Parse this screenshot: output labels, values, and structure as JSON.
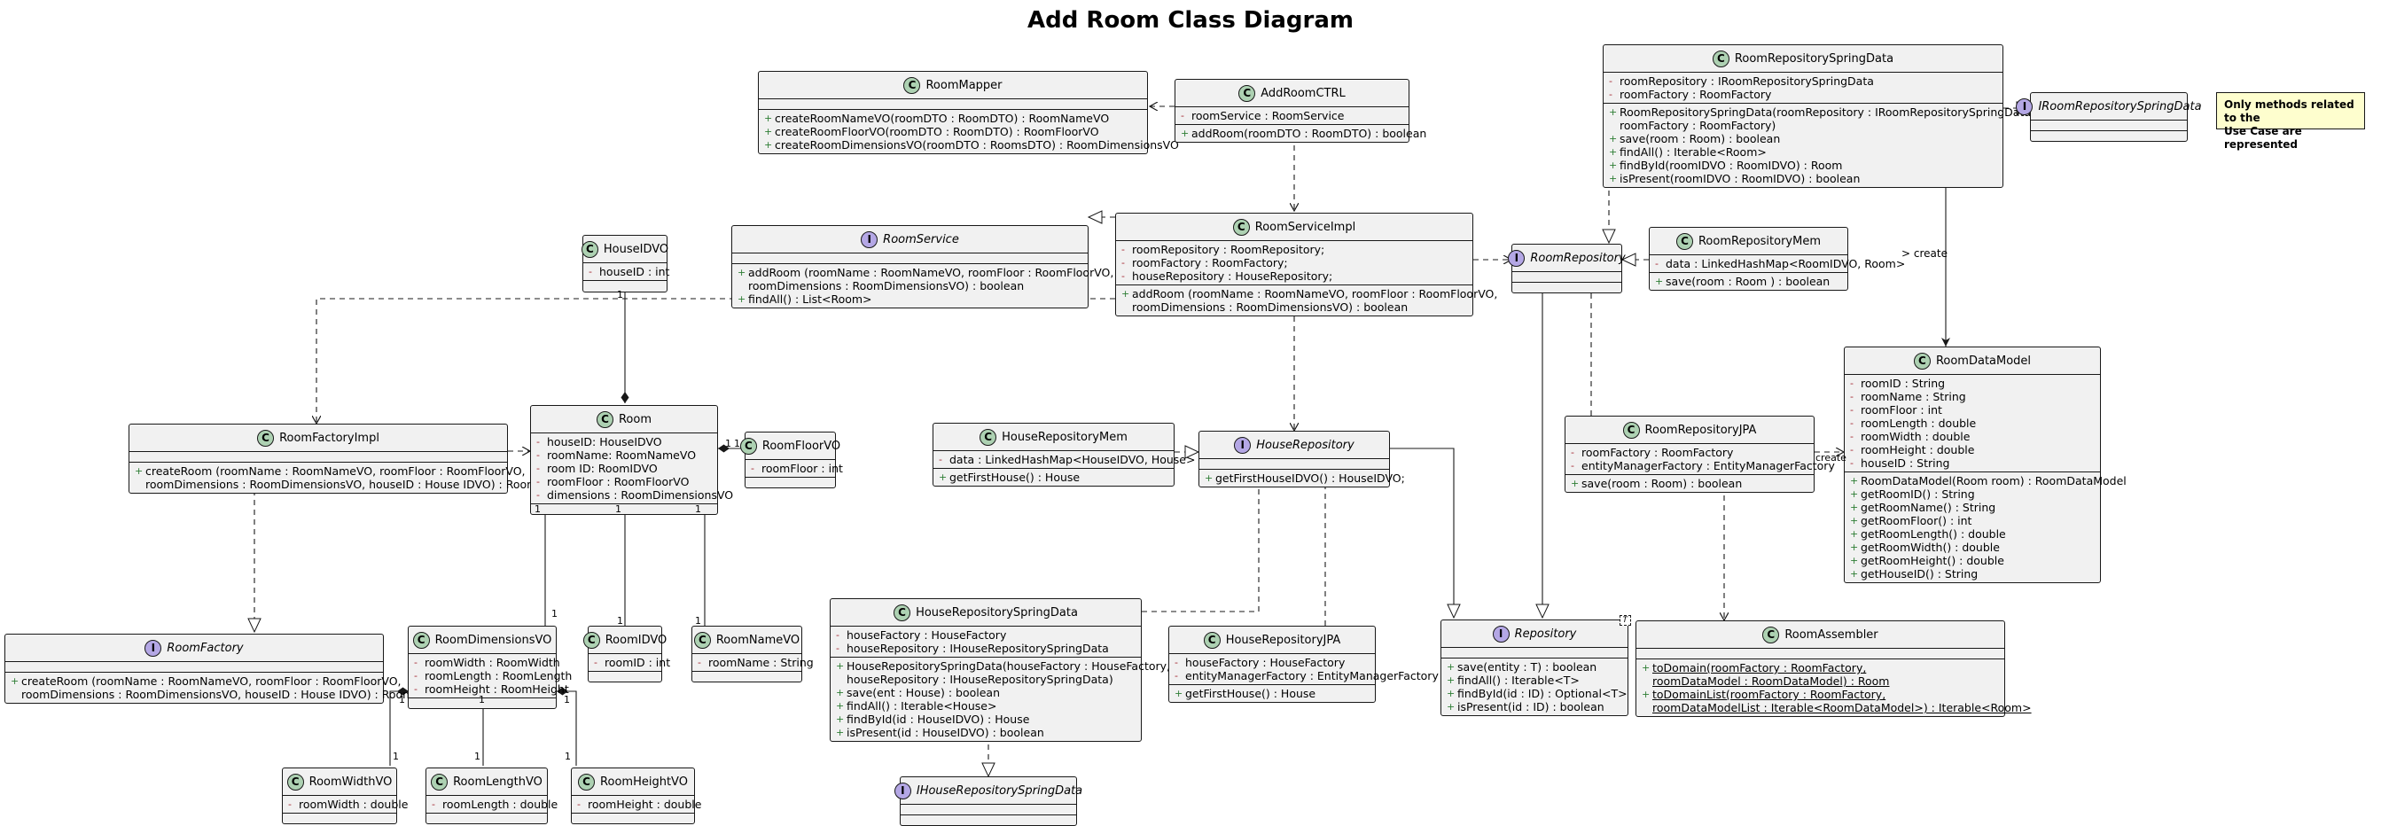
{
  "title": "Add Room Class Diagram",
  "note": [
    "Only methods related to the",
    "Use Case are represented"
  ],
  "labels": {
    "create": "create",
    "create_arrow": "create",
    "create_arrow_glyph": "> ",
    "one": "1",
    "rdm_label": "create"
  },
  "classes": {
    "roommapper": {
      "name": "RoomMapper",
      "kind": "C",
      "attributes": [],
      "methods": [
        {
          "vis": "+",
          "text": "createRoomNameVO(roomDTO : RoomDTO) : RoomNameVO"
        },
        {
          "vis": "+",
          "text": "createRoomFloorVO(roomDTO : RoomDTO) : RoomFloorVO"
        },
        {
          "vis": "+",
          "text": "createRoomDimensionsVO(roomDTO : RoomsDTO) : RoomDimensionsVO"
        }
      ]
    },
    "addroomctrl": {
      "name": "AddRoomCTRL",
      "kind": "C",
      "attributes": [
        {
          "vis": "-",
          "text": "roomService : RoomService"
        }
      ],
      "methods": [
        {
          "vis": "+",
          "text": "addRoom(roomDTO : RoomDTO) : boolean"
        }
      ]
    },
    "springdata": {
      "name": "RoomRepositorySpringData",
      "kind": "C",
      "attributes": [
        {
          "vis": "-",
          "text": "roomRepository : IRoomRepositorySpringData"
        },
        {
          "vis": "-",
          "text": "roomFactory : RoomFactory"
        }
      ],
      "methods": [
        {
          "vis": "+",
          "text": "RoomRepositorySpringData(roomRepository : IRoomRepositorySpringData,"
        },
        {
          "vis": "",
          "text": " roomFactory : RoomFactory)"
        },
        {
          "vis": "+",
          "text": "save(room : Room) : boolean"
        },
        {
          "vis": "+",
          "text": "findAll() : Iterable<Room>"
        },
        {
          "vis": "+",
          "text": "findById(roomIDVO : RoomIDVO) : Room"
        },
        {
          "vis": "+",
          "text": "isPresent(roomIDVO : RoomIDVO) : boolean"
        }
      ]
    },
    "iroomspring": {
      "name": "IRoomRepositorySpringData",
      "kind": "I",
      "attributes": [],
      "methods": []
    },
    "houseidvo": {
      "name": "HouseIDVO",
      "kind": "C",
      "attributes": [
        {
          "vis": "-",
          "text": "houseID : int"
        }
      ],
      "methods": []
    },
    "roomservice": {
      "name": "RoomService",
      "kind": "I",
      "attributes": [],
      "methods": [
        {
          "vis": "+",
          "text": "addRoom (roomName : RoomNameVO, roomFloor : RoomFloorVO,"
        },
        {
          "vis": "",
          "text": "roomDimensions : RoomDimensionsVO) : boolean"
        },
        {
          "vis": "+",
          "text": "findAll() : List<Room>"
        }
      ]
    },
    "roomserviceimpl": {
      "name": "RoomServiceImpl",
      "kind": "C",
      "attributes": [
        {
          "vis": "-",
          "text": "roomRepository : RoomRepository;"
        },
        {
          "vis": "-",
          "text": "roomFactory : RoomFactory;"
        },
        {
          "vis": "-",
          "text": "houseRepository : HouseRepository;"
        }
      ],
      "methods": [
        {
          "vis": "+",
          "text": "addRoom (roomName : RoomNameVO, roomFloor : RoomFloorVO,"
        },
        {
          "vis": "",
          "text": "roomDimensions : RoomDimensionsVO) : boolean"
        }
      ]
    },
    "roomrepository": {
      "name": "RoomRepository",
      "kind": "I",
      "attributes": [],
      "methods": []
    },
    "roomrepomem": {
      "name": "RoomRepositoryMem",
      "kind": "C",
      "attributes": [
        {
          "vis": "-",
          "text": "data : LinkedHashMap<RoomIDVO, Room>"
        }
      ],
      "methods": [
        {
          "vis": "+",
          "text": "save(room : Room ) : boolean"
        }
      ]
    },
    "roomfactoryimpl": {
      "name": "RoomFactoryImpl",
      "kind": "C",
      "attributes": [],
      "methods": [
        {
          "vis": "+",
          "text": "createRoom (roomName : RoomNameVO, roomFloor : RoomFloorVO,"
        },
        {
          "vis": "",
          "text": "roomDimensions : RoomDimensionsVO, houseID : House IDVO) : Room"
        }
      ]
    },
    "room": {
      "name": "Room",
      "kind": "C",
      "attributes": [
        {
          "vis": "-",
          "text": "houseID: HouseIDVO"
        },
        {
          "vis": "-",
          "text": "roomName: RoomNameVO"
        },
        {
          "vis": "-",
          "text": "room ID: RoomIDVO"
        },
        {
          "vis": "-",
          "text": "roomFloor : RoomFloorVO"
        },
        {
          "vis": "-",
          "text": "dimensions : RoomDimensionsVO"
        }
      ],
      "methods": []
    },
    "roomfloorvo": {
      "name": "RoomFloorVO",
      "kind": "C",
      "attributes": [
        {
          "vis": "-",
          "text": "roomFloor : int"
        }
      ],
      "methods": []
    },
    "houserepomem": {
      "name": "HouseRepositoryMem",
      "kind": "C",
      "attributes": [
        {
          "vis": "-",
          "text": "data : LinkedHashMap<HouseIDVO, House>"
        }
      ],
      "methods": [
        {
          "vis": "+",
          "text": "getFirstHouse() : House"
        }
      ]
    },
    "houserepository": {
      "name": "HouseRepository",
      "kind": "I",
      "attributes": [],
      "methods": [
        {
          "vis": "+",
          "text": "getFirstHouseIDVO() : HouseIDVO;"
        }
      ]
    },
    "roomrepojpa": {
      "name": "RoomRepositoryJPA",
      "kind": "C",
      "attributes": [
        {
          "vis": "-",
          "text": "roomFactory : RoomFactory"
        },
        {
          "vis": "-",
          "text": "entityManagerFactory : EntityManagerFactory"
        }
      ],
      "methods": [
        {
          "vis": "+",
          "text": "save(room : Room) : boolean"
        }
      ]
    },
    "roomdatamodel": {
      "name": "RoomDataModel",
      "kind": "C",
      "attributes": [
        {
          "vis": "-",
          "text": "roomID : String"
        },
        {
          "vis": "-",
          "text": "roomName : String"
        },
        {
          "vis": "-",
          "text": "roomFloor : int"
        },
        {
          "vis": "-",
          "text": "roomLength : double"
        },
        {
          "vis": "-",
          "text": "roomWidth : double"
        },
        {
          "vis": "-",
          "text": "roomHeight : double"
        },
        {
          "vis": "-",
          "text": "houseID : String"
        }
      ],
      "methods": [
        {
          "vis": "+",
          "text": "RoomDataModel(Room room) : RoomDataModel"
        },
        {
          "vis": "+",
          "text": "getRoomID() : String"
        },
        {
          "vis": "+",
          "text": "getRoomName() : String"
        },
        {
          "vis": "+",
          "text": "getRoomFloor() : int"
        },
        {
          "vis": "+",
          "text": "getRoomLength() : double"
        },
        {
          "vis": "+",
          "text": "getRoomWidth() : double"
        },
        {
          "vis": "+",
          "text": "getRoomHeight() : double"
        },
        {
          "vis": "+",
          "text": "getHouseID() : String"
        }
      ]
    },
    "roomfactory": {
      "name": "RoomFactory",
      "kind": "I",
      "attributes": [],
      "methods": [
        {
          "vis": "+",
          "text": "createRoom (roomName : RoomNameVO, roomFloor : RoomFloorVO,"
        },
        {
          "vis": "",
          "text": "roomDimensions : RoomDimensionsVO, houseID : House IDVO) : Room"
        }
      ]
    },
    "roomdimensionsvo": {
      "name": "RoomDimensionsVO",
      "kind": "C",
      "attributes": [
        {
          "vis": "-",
          "text": "roomWidth : RoomWidth"
        },
        {
          "vis": "-",
          "text": "roomLength : RoomLength"
        },
        {
          "vis": "-",
          "text": "roomHeight : RoomHeight"
        }
      ],
      "methods": []
    },
    "roomidvo": {
      "name": "RoomIDVO",
      "kind": "C",
      "attributes": [
        {
          "vis": "-",
          "text": "roomID : int"
        }
      ],
      "methods": []
    },
    "roomnamevo": {
      "name": "RoomNameVO",
      "kind": "C",
      "attributes": [
        {
          "vis": "-",
          "text": "roomName : String"
        }
      ],
      "methods": []
    },
    "housespringdata": {
      "name": "HouseRepositorySpringData",
      "kind": "C",
      "attributes": [
        {
          "vis": "-",
          "text": "houseFactory : HouseFactory"
        },
        {
          "vis": "-",
          "text": "houseRepository : IHouseRepositorySpringData"
        }
      ],
      "methods": [
        {
          "vis": "+",
          "text": "HouseRepositorySpringData(houseFactory : HouseFactory,"
        },
        {
          "vis": "",
          "text": "houseRepository : IHouseRepositorySpringData)"
        },
        {
          "vis": "+",
          "text": "save(ent : House) : boolean"
        },
        {
          "vis": "+",
          "text": "findAll() : Iterable<House>"
        },
        {
          "vis": "+",
          "text": "findById(id : HouseIDVO) : House"
        },
        {
          "vis": "+",
          "text": "isPresent(id : HouseIDVO) : boolean"
        }
      ]
    },
    "houserepojpa": {
      "name": "HouseRepositoryJPA",
      "kind": "C",
      "attributes": [
        {
          "vis": "-",
          "text": "houseFactory : HouseFactory"
        },
        {
          "vis": "-",
          "text": "entityManagerFactory : EntityManagerFactory"
        }
      ],
      "methods": [
        {
          "vis": "+",
          "text": "getFirstHouse() : House"
        }
      ]
    },
    "repository": {
      "name": "Repository",
      "kind": "I",
      "type_param": "T",
      "attributes": [],
      "methods": [
        {
          "vis": "+",
          "text": "save(entity : T) : boolean"
        },
        {
          "vis": "+",
          "text": "findAll() : Iterable<T>"
        },
        {
          "vis": "+",
          "text": "findById(id : ID) : Optional<T>"
        },
        {
          "vis": "+",
          "text": "isPresent(id : ID) : boolean"
        }
      ]
    },
    "roomassembler": {
      "name": "RoomAssembler",
      "kind": "C",
      "attributes": [],
      "methods": [
        {
          "vis": "+",
          "text": "toDomain(roomFactory : RoomFactory,",
          "static": true
        },
        {
          "vis": "",
          "text": " roomDataModel : RoomDataModel) : Room",
          "static": true
        },
        {
          "vis": "+",
          "text": "toDomainList(roomFactory : RoomFactory,",
          "static": true
        },
        {
          "vis": "",
          "text": " roomDataModelList : Iterable<RoomDataModel>) : Iterable<Room>",
          "static": true
        }
      ]
    },
    "roomwidthvo": {
      "name": "RoomWidthVO",
      "kind": "C",
      "attributes": [
        {
          "vis": "-",
          "text": "roomWidth : double"
        }
      ],
      "methods": []
    },
    "roomlengthvo": {
      "name": "RoomLengthVO",
      "kind": "C",
      "attributes": [
        {
          "vis": "-",
          "text": "roomLength : double"
        }
      ],
      "methods": []
    },
    "roomheightvo": {
      "name": "RoomHeightVO",
      "kind": "C",
      "attributes": [
        {
          "vis": "-",
          "text": "roomHeight : double"
        }
      ],
      "methods": []
    },
    "ihousespring": {
      "name": "IHouseRepositorySpringData",
      "kind": "I",
      "attributes": [],
      "methods": []
    }
  }
}
